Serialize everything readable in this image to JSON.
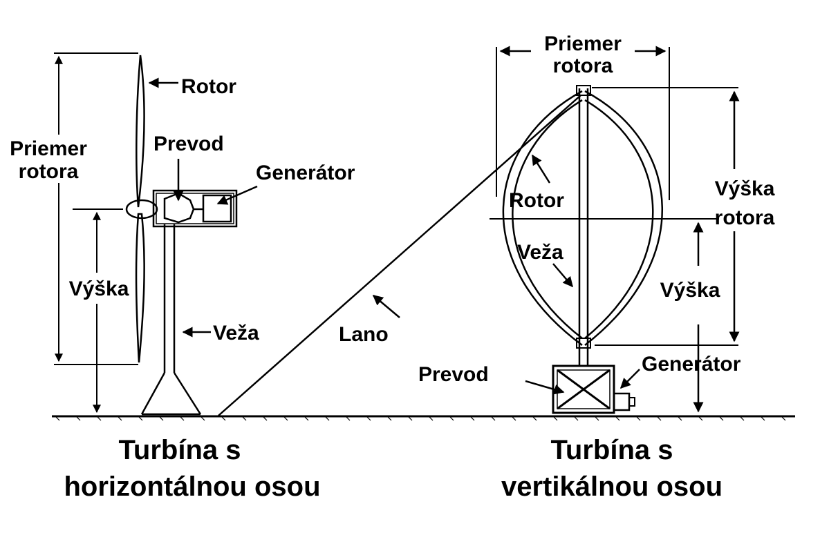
{
  "horizontal_turbine": {
    "rotor_diameter_line1": "Priemer",
    "rotor_diameter_line2": "rotora",
    "rotor": "Rotor",
    "gearbox": "Prevod",
    "generator": "Generátor",
    "height": "Výška",
    "tower": "Veža",
    "caption_line1": "Turbína s",
    "caption_line2": "horizontálnou osou"
  },
  "guy_wire": "Lano",
  "vertical_turbine": {
    "rotor_diameter_line1": "Priemer",
    "rotor_diameter_line2": "rotora",
    "rotor": "Rotor",
    "tower": "Veža",
    "rotor_height_line1": "Výška",
    "rotor_height_line2": "rotora",
    "height": "Výška",
    "gearbox": "Prevod",
    "generator": "Generátor",
    "caption_line1": "Turbína s",
    "caption_line2": "vertikálnou osou"
  }
}
